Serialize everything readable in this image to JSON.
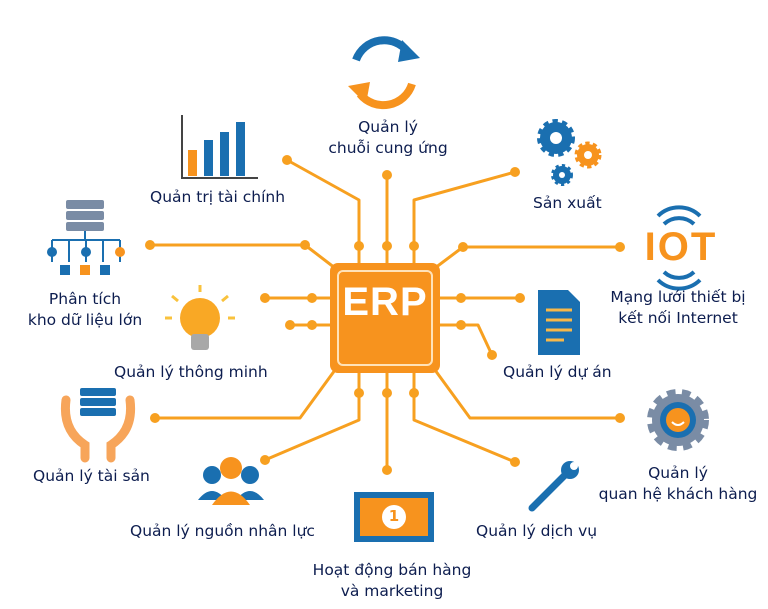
{
  "center": {
    "label": "ERP"
  },
  "modules": [
    {
      "id": "supply-chain",
      "label_lines": [
        "Quản lý",
        "chuỗi cung ứng"
      ],
      "icon": "refresh-icon"
    },
    {
      "id": "finance",
      "label_lines": [
        "Quản trị tài chính"
      ],
      "icon": "bar-chart-icon"
    },
    {
      "id": "production",
      "label_lines": [
        "Sản xuất"
      ],
      "icon": "gears-icon"
    },
    {
      "id": "data-warehouse",
      "label_lines": [
        "Phân tích",
        "kho dữ liệu lớn"
      ],
      "icon": "database-network-icon"
    },
    {
      "id": "iot",
      "label_lines": [
        "Mạng lưới thiết bị",
        "kết nối Internet"
      ],
      "icon": "iot-icon",
      "icon_text": "IOT"
    },
    {
      "id": "smart",
      "label_lines": [
        "Quản lý thông minh"
      ],
      "icon": "lightbulb-icon"
    },
    {
      "id": "project",
      "label_lines": [
        "Quản lý dự án"
      ],
      "icon": "document-icon"
    },
    {
      "id": "assets",
      "label_lines": [
        "Quản lý tài sản"
      ],
      "icon": "hands-server-icon"
    },
    {
      "id": "crm",
      "label_lines": [
        "Quản lý",
        "quan hệ khách hàng"
      ],
      "icon": "smile-gear-icon"
    },
    {
      "id": "hr",
      "label_lines": [
        "Quản lý nguồn nhân lực"
      ],
      "icon": "people-icon"
    },
    {
      "id": "service",
      "label_lines": [
        "Quản lý dịch vụ"
      ],
      "icon": "wrench-icon"
    },
    {
      "id": "sales",
      "label_lines": [
        "Hoạt động bán hàng",
        "và marketing"
      ],
      "icon": "banknote-icon",
      "icon_text": "1"
    }
  ],
  "colors": {
    "orange": "#f7931e",
    "blue": "#1a6fb0",
    "text": "#0d1d4f"
  }
}
